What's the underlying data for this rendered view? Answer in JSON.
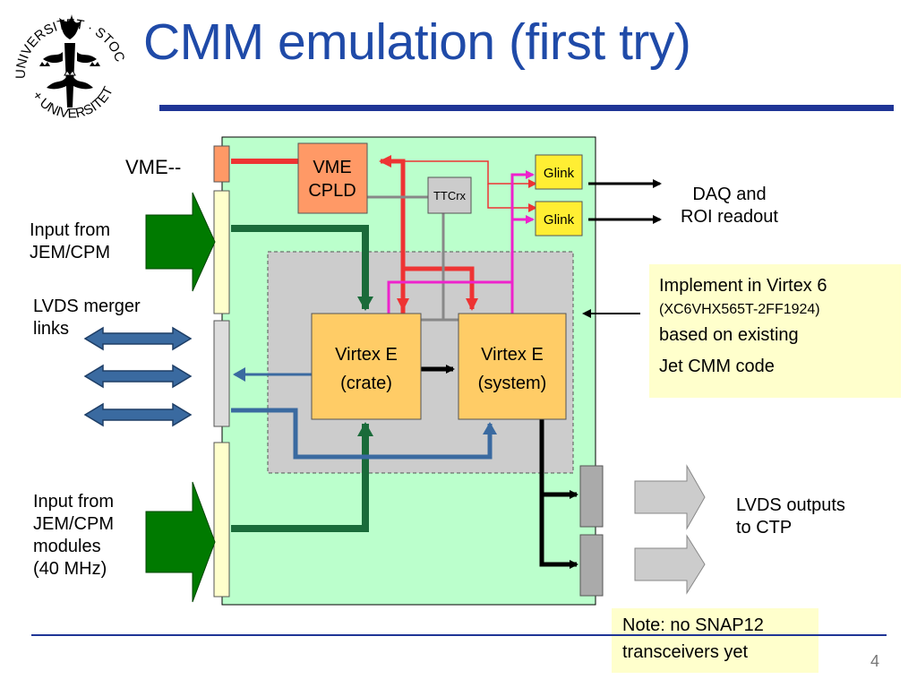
{
  "slide": {
    "title": "CMM emulation (first try)",
    "page_number": "4"
  },
  "logo": {
    "text_top": "UNIVERSITET STOCKHOLMS",
    "text_bottom": "UNIVERSITET"
  },
  "diagram": {
    "vme_label": "VME--",
    "input_top": "Input from\nJEM/CPM",
    "lvds_merger": "LVDS merger\nlinks",
    "input_bottom": "Input from\nJEM/CPM\nmodules\n(40 MHz)",
    "vme_cpld": [
      "VME",
      "CPLD"
    ],
    "ttcrx": "TTCrx",
    "glink_top": "Glink",
    "glink_bottom": "Glink",
    "virtex_crate": [
      "Virtex E",
      "(crate)"
    ],
    "virtex_system": [
      "Virtex E",
      "(system)"
    ],
    "daq": "DAQ and\nROI readout",
    "lvds_outputs": "LVDS outputs\nto CTP",
    "implement": {
      "line1": "Implement in Virtex 6",
      "line2": "(XC6VHX565T-2FF1924)",
      "line3": "based on existing",
      "line4": "Jet CMM code"
    },
    "note": "Note: no SNAP12\ntransceivers yet"
  },
  "colors": {
    "title": "#1f4aa8",
    "rule": "#1f3596",
    "board": "#bbffcc",
    "fpga": "#ffcc66",
    "cpld": "#ff9966",
    "glink": "#ffee33",
    "red_bus": "#ee3333",
    "green_bus": "#1a6b3a",
    "blue_bus": "#3a6aa0",
    "magenta": "#ee22cc",
    "note_bg": "#ffffcc"
  }
}
